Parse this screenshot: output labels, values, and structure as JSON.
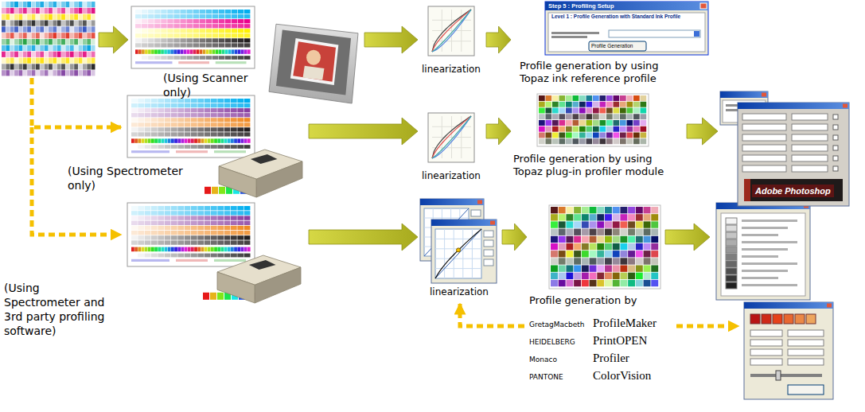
{
  "diagram": {
    "nodes": [
      {
        "text": [
          "(Using Scanner only)"
        ]
      },
      {
        "text": [
          "linearization"
        ]
      },
      {
        "text": [
          "Profile generation by using Topaz ink reference profile"
        ]
      },
      {
        "text": [
          "(Using Spectrometer only)"
        ]
      },
      {
        "text": [
          "linearization"
        ]
      },
      {
        "text": [
          "Profile generation by using Topaz plug-in profiler module"
        ]
      },
      {
        "text": [
          "Adobe Photoshop"
        ]
      },
      {
        "text": [
          "(Using Spectrometer and 3rd party profiling software)"
        ]
      },
      {
        "text": [
          "linearization"
        ]
      },
      {
        "text": [
          "Profile generation by",
          "GretagMacbeth",
          "ProfileMaker",
          "HEIDELBERG",
          "PrintOPEN",
          "Monaco",
          "Profiler",
          "PANTONE",
          "ColorVision"
        ]
      }
    ],
    "edges": [
      {
        "from": 0,
        "to": 1,
        "arrow": "to"
      },
      {
        "from": 1,
        "to": 2,
        "arrow": "to"
      },
      {
        "from": 3,
        "to": 4,
        "arrow": "to"
      },
      {
        "from": 4,
        "to": 5,
        "arrow": "to"
      },
      {
        "from": 5,
        "to": 6,
        "arrow": "to"
      },
      {
        "from": 7,
        "to": 8,
        "arrow": "to"
      },
      {
        "from": 8,
        "to": 9,
        "arrow": "to"
      },
      {
        "from": 9,
        "to": 8,
        "arrow": "to"
      }
    ],
    "labels": [
      "Step 5 : Profiling Setup",
      "Level 1 : Profile Generation with Standard Ink Profile",
      "Profile Generation"
    ]
  }
}
